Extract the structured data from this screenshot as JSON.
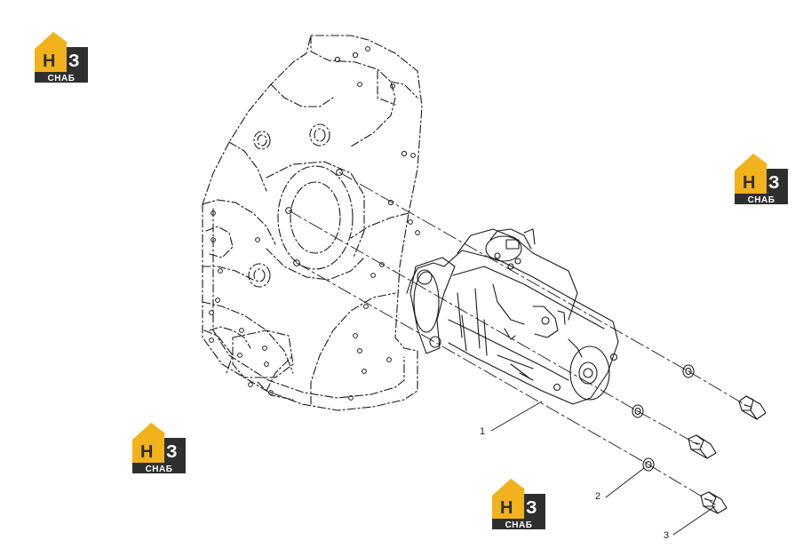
{
  "brand": {
    "logo_text_main": "НЗ",
    "logo_text_sub": "СНАБ",
    "colors": {
      "yellow": "#f2b21b",
      "dark": "#2f2f2f",
      "white": "#ffffff"
    }
  },
  "diagram": {
    "line_color": "#1a1a1a",
    "callouts": [
      {
        "id": "1",
        "label": "1"
      },
      {
        "id": "2",
        "label": "2"
      },
      {
        "id": "3",
        "label": "3"
      }
    ]
  }
}
